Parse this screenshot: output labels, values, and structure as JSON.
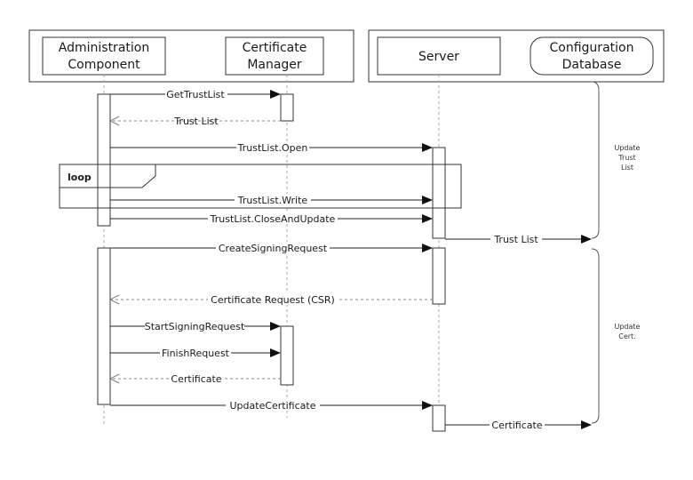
{
  "participants": {
    "admin": [
      "Administration",
      "Component"
    ],
    "certmgr": [
      "Certificate",
      "Manager"
    ],
    "server": [
      "Server"
    ],
    "configdb": [
      "Configuration",
      "Database"
    ]
  },
  "loop_label": "loop",
  "messages": {
    "get_trust_list": "GetTrustList",
    "trust_list_reply": "Trust List",
    "trust_list_open": "TrustList.Open",
    "trust_list_write": "TrustList.Write",
    "trust_list_close": "TrustList.CloseAndUpdate",
    "server_trust_list": "Trust List",
    "create_signing_request": "CreateSigningRequest",
    "csr_reply": "Certificate Request (CSR)",
    "start_signing_request": "StartSigningRequest",
    "finish_request": "FinishRequest",
    "certificate_reply": "Certificate",
    "update_certificate": "UpdateCertificate",
    "server_certificate": "Certificate"
  },
  "notes": {
    "update_trust_list": [
      "Update",
      "Trust",
      "List"
    ],
    "update_cert": [
      "Update",
      "Cert."
    ]
  }
}
